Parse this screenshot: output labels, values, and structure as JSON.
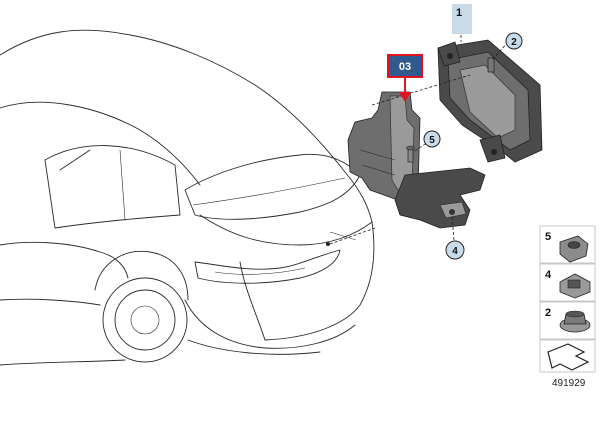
{
  "diagram": {
    "highlight_label": "03",
    "part_numbers": {
      "control_unit": "1",
      "screw": "2",
      "bracket_screw": "5",
      "clip_nut": "4"
    },
    "legend": [
      {
        "number": "5",
        "icon": "flange-nut-icon"
      },
      {
        "number": "4",
        "icon": "clip-nut-icon"
      },
      {
        "number": "2",
        "icon": "washer-nut-icon"
      }
    ],
    "diagram_number": "491929",
    "colors": {
      "highlight": "#e0141e",
      "highlight_fill": "#2e5a8f",
      "callout": "#c9dbe9"
    }
  }
}
